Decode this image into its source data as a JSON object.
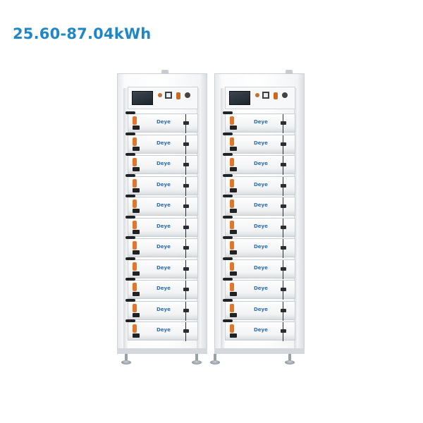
{
  "heading": {
    "capacity_text": "25.60-87.04kWh",
    "color": "#1f86c8"
  },
  "product": {
    "cabinets": [
      {
        "module_count": 11
      },
      {
        "module_count": 11
      }
    ],
    "module_brand": "Deye",
    "brand_color": "#2f6fb3",
    "accent_color": "#e0772b"
  }
}
